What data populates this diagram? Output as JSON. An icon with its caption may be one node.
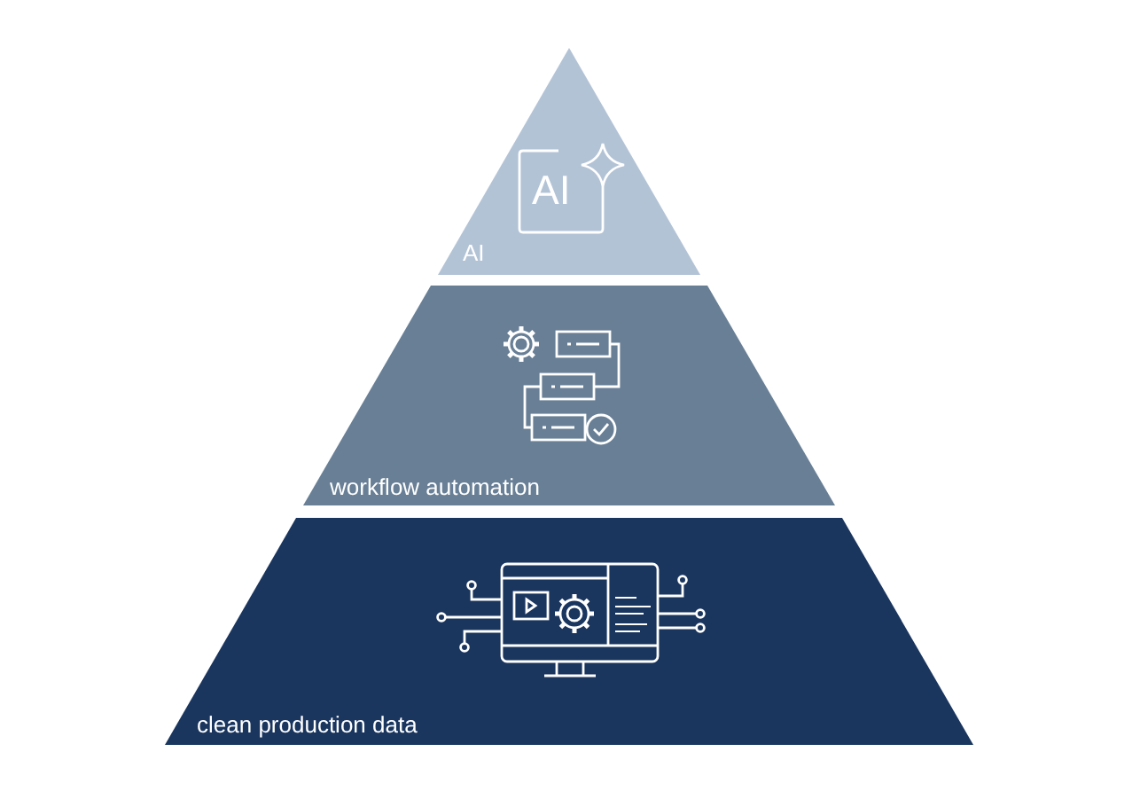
{
  "diagram": {
    "nodes": [
      {
        "text": [
          "AI"
        ]
      },
      {
        "text": [
          "workflow automation"
        ]
      },
      {
        "text": [
          "clean production data"
        ]
      }
    ],
    "labels": [
      "AI"
    ]
  }
}
